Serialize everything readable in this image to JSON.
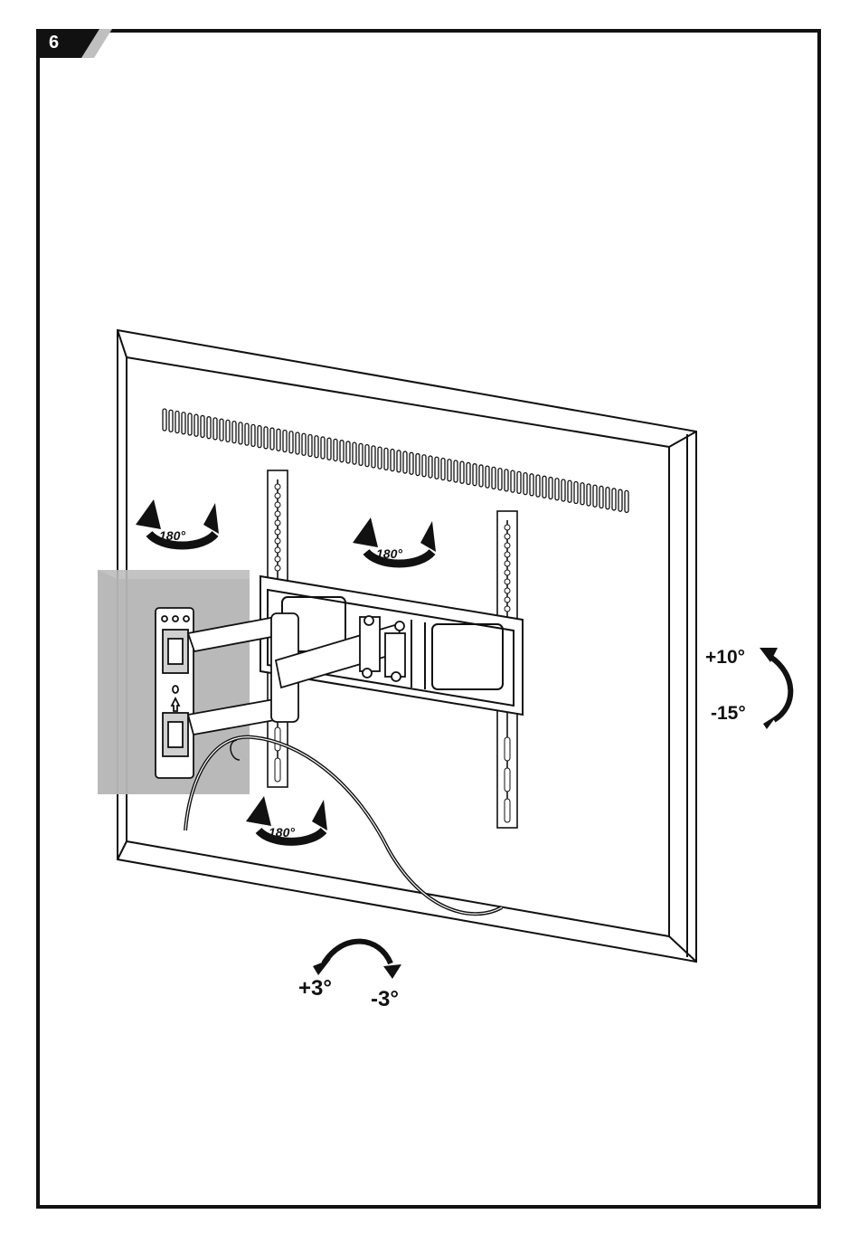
{
  "step": {
    "number": "6"
  },
  "rotation_labels": {
    "swivel_left": "180°",
    "swivel_center": "180°",
    "swivel_bottom": "180°"
  },
  "tilt": {
    "up": "+10°",
    "down": "-15°"
  },
  "level": {
    "plus": "+3°",
    "minus": "-3°"
  },
  "colors": {
    "line": "#111111",
    "wall_plate": "#bdbdbd",
    "tab_gray": "#bfbfbf"
  }
}
